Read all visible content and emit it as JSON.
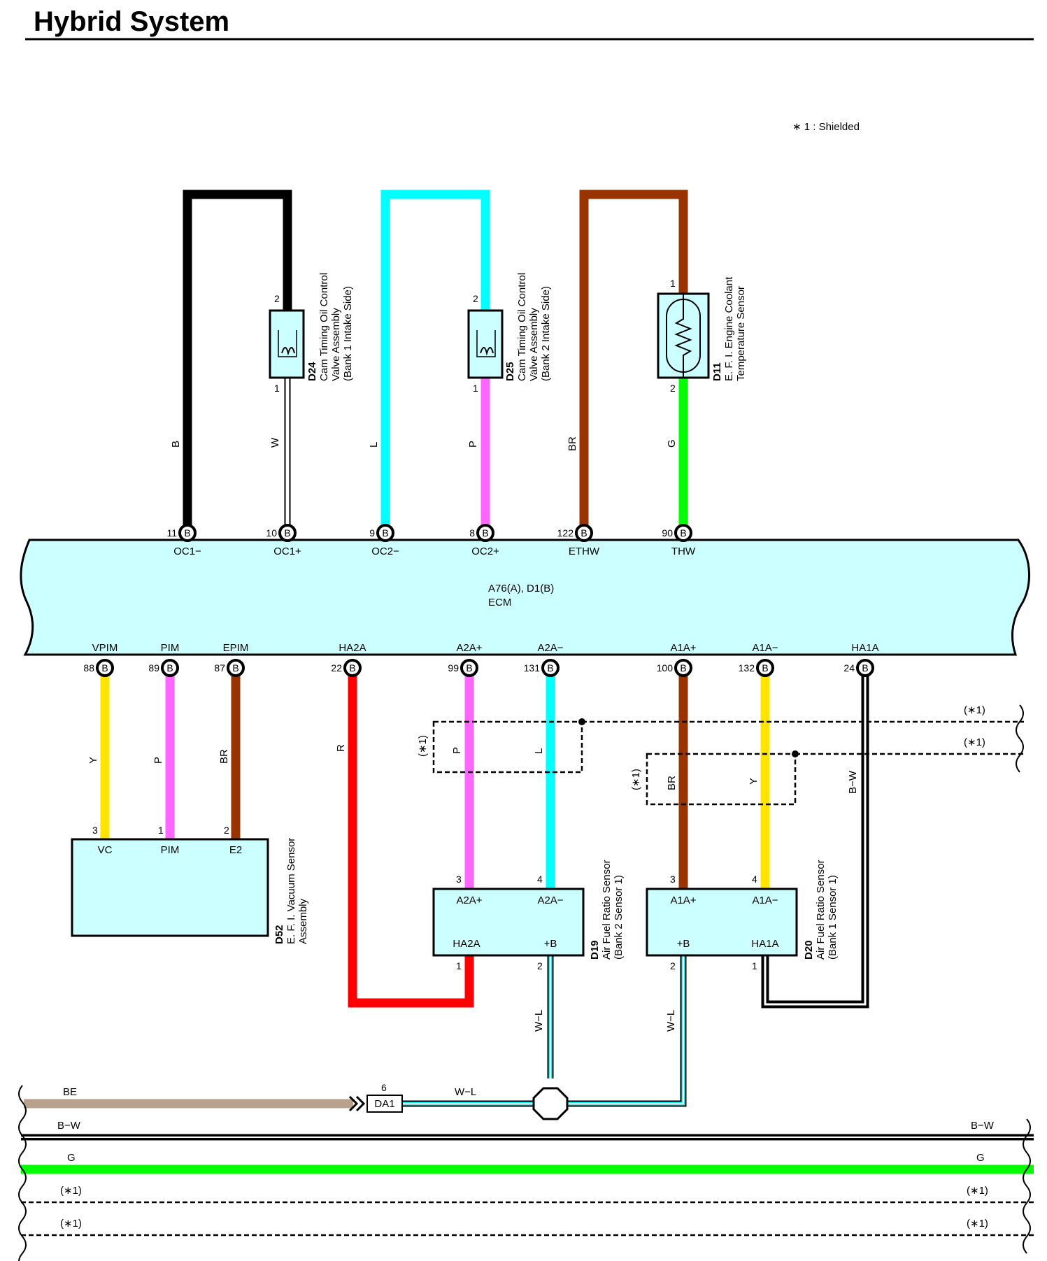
{
  "title": "Hybrid System",
  "note": "∗ 1 : Shielded",
  "ecm": {
    "code": "A76(A), D1(B)",
    "name": "ECM"
  },
  "shield_tag": "(∗1)",
  "connector_letter": "B",
  "top_pins": [
    {
      "num": "11",
      "name": "OC1−",
      "wire": "B"
    },
    {
      "num": "10",
      "name": "OC1+",
      "wire": "W"
    },
    {
      "num": "9",
      "name": "OC2−",
      "wire": "L"
    },
    {
      "num": "8",
      "name": "OC2+",
      "wire": "P"
    },
    {
      "num": "122",
      "name": "ETHW",
      "wire": "BR"
    },
    {
      "num": "90",
      "name": "THW",
      "wire": "G"
    }
  ],
  "bottom_pins": [
    {
      "num": "88",
      "name": "VPIM",
      "wire": "Y"
    },
    {
      "num": "89",
      "name": "PIM",
      "wire": "P"
    },
    {
      "num": "87",
      "name": "EPIM",
      "wire": "BR"
    },
    {
      "num": "22",
      "name": "HA2A",
      "wire": "R"
    },
    {
      "num": "99",
      "name": "A2A+",
      "wire": "P"
    },
    {
      "num": "131",
      "name": "A2A−",
      "wire": "L"
    },
    {
      "num": "100",
      "name": "A1A+",
      "wire": "BR"
    },
    {
      "num": "132",
      "name": "A1A−",
      "wire": "Y"
    },
    {
      "num": "24",
      "name": "HA1A",
      "wire": "B−W"
    }
  ],
  "components": {
    "d24": {
      "code": "D24",
      "line1": "Cam Timing Oil Control",
      "line2": "Valve Assembly",
      "line3": "(Bank 1 Intake Side)",
      "pin_top": "2",
      "pin_bottom": "1"
    },
    "d25": {
      "code": "D25",
      "line1": "Cam Timing Oil Control",
      "line2": "Valve Assembly",
      "line3": "(Bank 2 Intake Side)",
      "pin_top": "2",
      "pin_bottom": "1"
    },
    "d11": {
      "code": "D11",
      "line1": "E. F. I.  Engine Coolant",
      "line2": "Temperature Sensor",
      "pin_top": "1",
      "pin_bottom": "2"
    },
    "d52": {
      "code": "D52",
      "line1": "E. F. I.  Vacuum Sensor",
      "line2": "Assembly",
      "pins": [
        {
          "num": "3",
          "name": "VC"
        },
        {
          "num": "1",
          "name": "PIM"
        },
        {
          "num": "2",
          "name": "E2"
        }
      ]
    },
    "d19": {
      "code": "D19",
      "line1": "Air Fuel Ratio Sensor",
      "line2": "(Bank 2 Sensor 1)",
      "pin_a": "3",
      "pin_b": "4",
      "pin_c": "1",
      "pin_d": "2",
      "name_a": "A2A+",
      "name_b": "A2A−",
      "name_c": "HA2A",
      "name_d": "+B"
    },
    "d20": {
      "code": "D20",
      "line1": "Air Fuel Ratio Sensor",
      "line2": "(Bank 1 Sensor 1)",
      "pin_a": "3",
      "pin_b": "4",
      "pin_c": "2",
      "pin_d": "1",
      "name_a": "A1A+",
      "name_b": "A1A−",
      "name_c": "+B",
      "name_d": "HA1A"
    }
  },
  "bottom_wires": {
    "junction_pin": "6",
    "junction_code": "DA1",
    "be": "BE",
    "wl": "W−L",
    "bw": "B−W",
    "g": "G"
  },
  "colors": {
    "black": "#000000",
    "white_wire": "#ffffff",
    "cyan": "#00ffff",
    "pink": "#ff66ff",
    "brown": "#993300",
    "green": "#00ff00",
    "yellow": "#ffe400",
    "red": "#ff0000",
    "tan": "#b8a28e",
    "component_fill": "#ccffff"
  }
}
